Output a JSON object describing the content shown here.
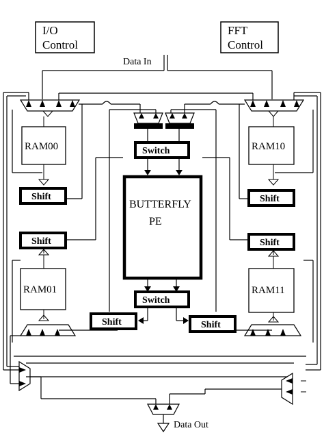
{
  "labels": {
    "io_control": [
      "I/O",
      "Control"
    ],
    "fft_control": [
      "FFT",
      "Control"
    ],
    "data_in": "Data In",
    "data_out": "Data Out",
    "ram00": "RAM00",
    "ram10": "RAM10",
    "ram01": "RAM01",
    "ram11": "RAM11",
    "shift": "Shift",
    "switch": "Switch",
    "butterfly": [
      "BUTTERFLY",
      "PE"
    ]
  }
}
